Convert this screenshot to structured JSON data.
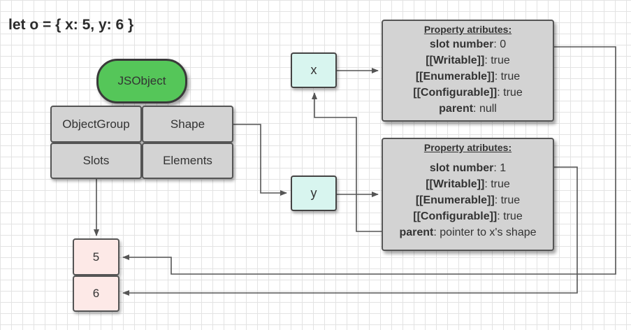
{
  "code": "let o = { x: 5, y: 6 }",
  "js_object": {
    "label": "JSObject"
  },
  "object_fields": {
    "object_group": "ObjectGroup",
    "shape": "Shape",
    "slots": "Slots",
    "elements": "Elements"
  },
  "shapes": {
    "x": "x",
    "y": "y"
  },
  "slot_values": [
    "5",
    "6"
  ],
  "property_x": {
    "header": "Property  atributes:",
    "rows": [
      {
        "key": "slot number",
        "value": ": 0"
      },
      {
        "key": "[[Writable]]",
        "value": ": true"
      },
      {
        "key": "[[Enumerable]]",
        "value": ": true"
      },
      {
        "key": "[[Configurable]]",
        "value": ": true"
      },
      {
        "key": "parent",
        "value": ": null"
      }
    ]
  },
  "property_y": {
    "header": "Property  atributes:",
    "rows": [
      {
        "key": "slot number",
        "value": ": 1"
      },
      {
        "key": "[[Writable]]",
        "value": ": true"
      },
      {
        "key": "[[Enumerable]]",
        "value": ": true"
      },
      {
        "key": "[[Configurable]]",
        "value": ": true"
      },
      {
        "key": "parent",
        "value": ": pointer to x's shape"
      }
    ]
  },
  "colors": {
    "js_object_fill": "#55c659",
    "shape_node_fill": "#d8f5ef",
    "slot_value_fill": "#fde9e7",
    "field_fill": "#d3d3d3",
    "connector": "#555555"
  }
}
